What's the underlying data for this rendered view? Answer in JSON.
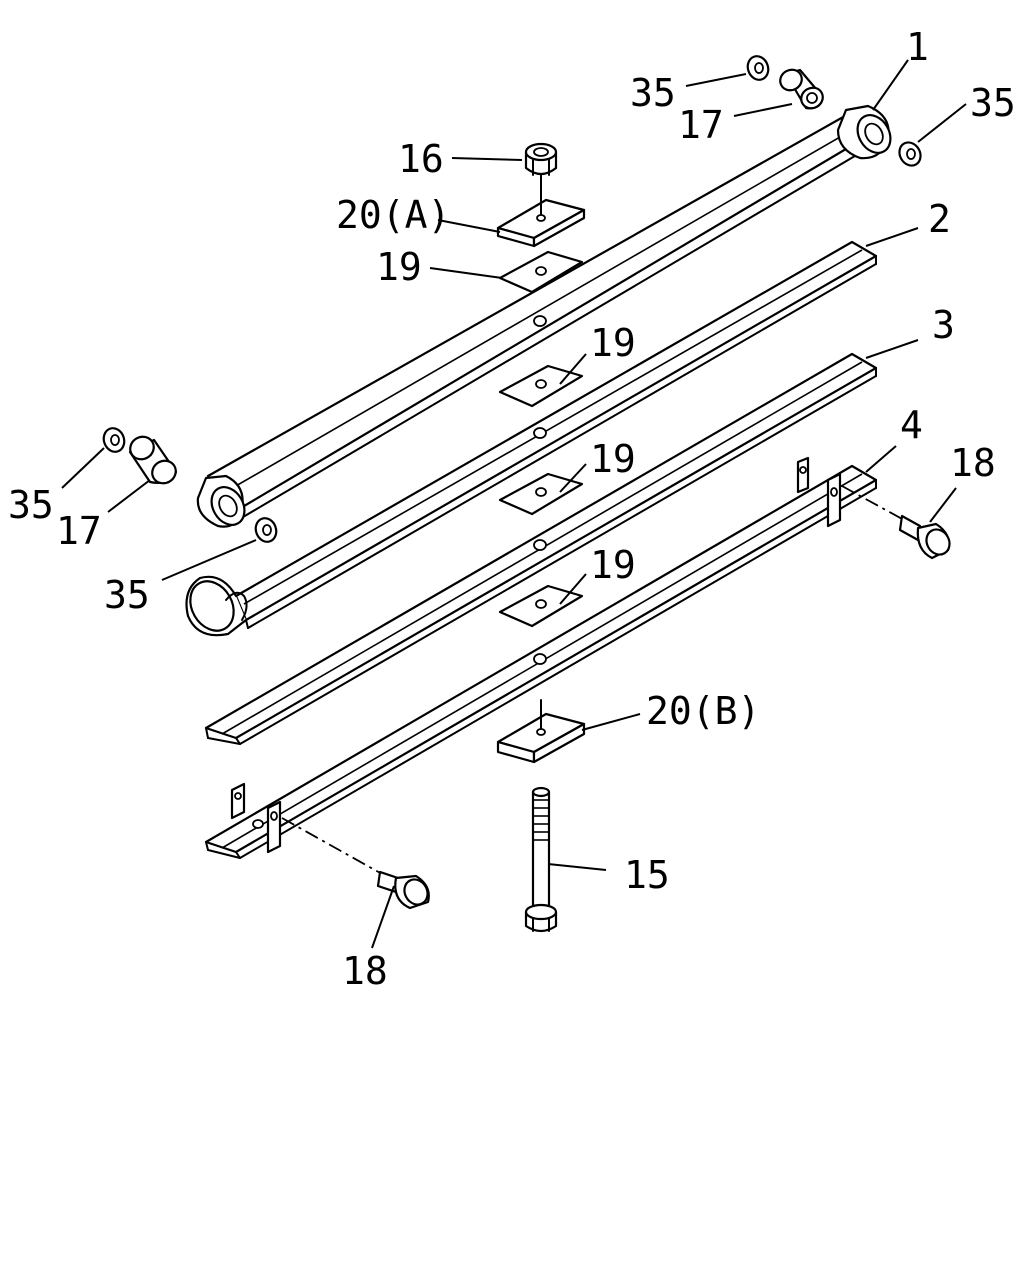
{
  "diagram": {
    "callouts": [
      {
        "id": "c1",
        "text": "1"
      },
      {
        "id": "c2",
        "text": "2"
      },
      {
        "id": "c3",
        "text": "3"
      },
      {
        "id": "c4",
        "text": "4"
      },
      {
        "id": "c15",
        "text": "15"
      },
      {
        "id": "c16",
        "text": "16"
      },
      {
        "id": "c17a",
        "text": "17"
      },
      {
        "id": "c17b",
        "text": "17"
      },
      {
        "id": "c18a",
        "text": "18"
      },
      {
        "id": "c18b",
        "text": "18"
      },
      {
        "id": "c19a",
        "text": "19"
      },
      {
        "id": "c19b",
        "text": "19"
      },
      {
        "id": "c19c",
        "text": "19"
      },
      {
        "id": "c19d",
        "text": "19"
      },
      {
        "id": "c20a",
        "text": "20(A)"
      },
      {
        "id": "c20b",
        "text": "20(B)"
      },
      {
        "id": "c35a",
        "text": "35"
      },
      {
        "id": "c35b",
        "text": "35"
      },
      {
        "id": "c35c",
        "text": "35"
      },
      {
        "id": "c35d",
        "text": "35"
      }
    ]
  }
}
